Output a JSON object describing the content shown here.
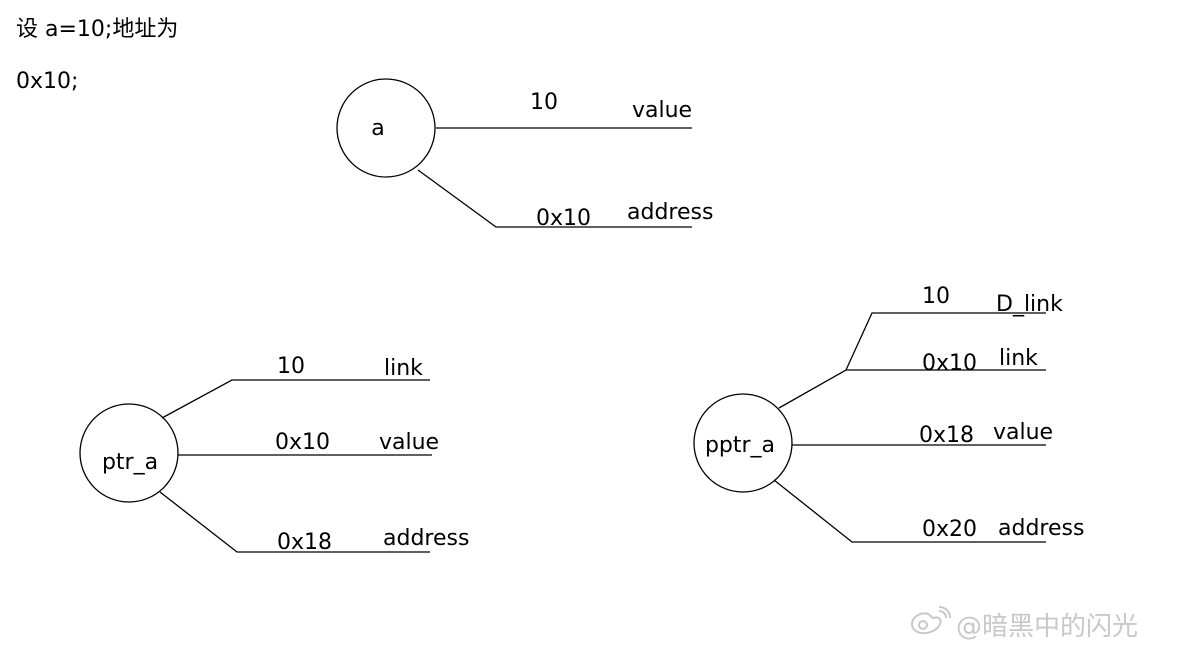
{
  "header": {
    "line1": "设 a=10;地址为",
    "line2": "0x10;"
  },
  "node_a": {
    "label": "a",
    "value": "10",
    "value_field": "value",
    "address": "0x10",
    "address_field": "address"
  },
  "node_ptr_a": {
    "label": "ptr_a",
    "link": "10",
    "link_field": "link",
    "value": "0x10",
    "value_field": "value",
    "address": "0x18",
    "address_field": "address"
  },
  "node_pptr_a": {
    "label": "pptr_a",
    "d_link": "10",
    "d_link_field": "D_link",
    "link": "0x10",
    "link_field": "link",
    "value": "0x18",
    "value_field": "value",
    "address": "0x20",
    "address_field": "address"
  },
  "watermark": {
    "text": "@暗黑中的闪光",
    "icon": "weibo-icon"
  }
}
